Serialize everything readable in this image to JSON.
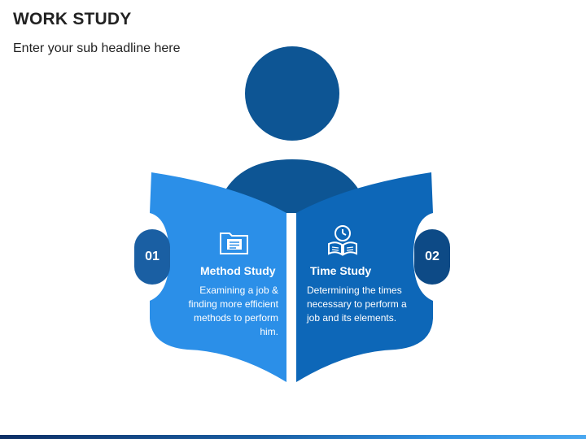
{
  "header": {
    "title": "WORK STUDY",
    "subtitle": "Enter your sub headline here"
  },
  "colors": {
    "head": "#0d5594",
    "body": "#0d5594",
    "left_page": "#2b8fe8",
    "right_page": "#0d67b8",
    "left_badge": "#1a5fa3",
    "right_badge": "#0d4a86"
  },
  "items": [
    {
      "number": "01",
      "title": "Method Study",
      "description": "Examining a job & finding more efficient methods to perform him.",
      "icon": "document-folder-icon"
    },
    {
      "number": "02",
      "title": "Time Study",
      "description": "Determining the times necessary to perform a job and its elements.",
      "icon": "clock-book-icon"
    }
  ]
}
